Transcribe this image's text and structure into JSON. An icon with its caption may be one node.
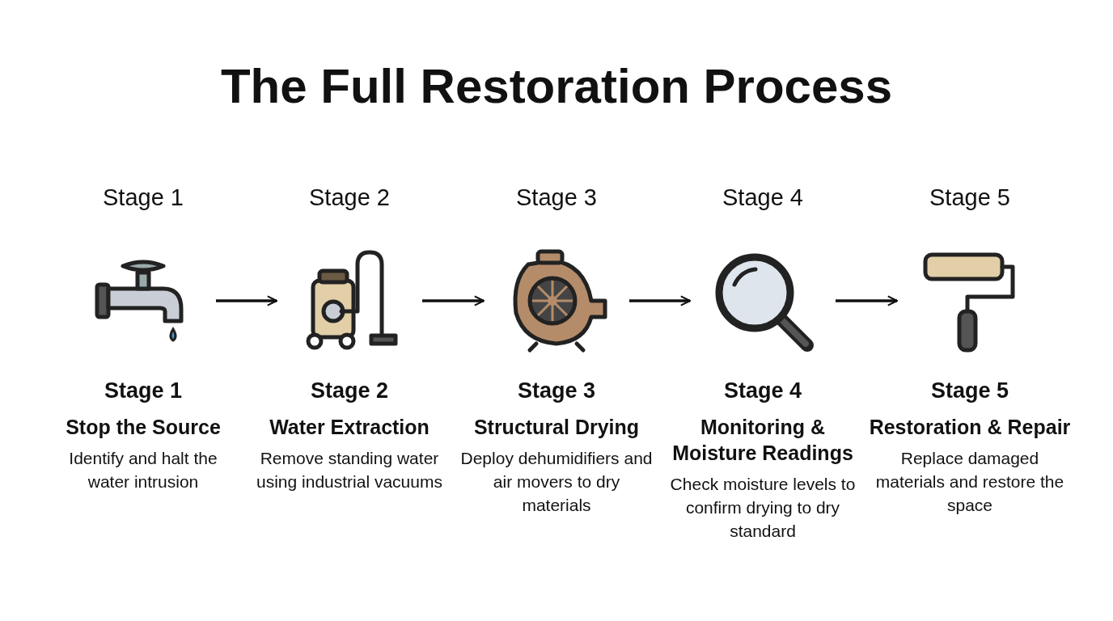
{
  "diagram": {
    "title": "The Full Restoration Process",
    "nodes": [
      {
        "text": [],
        "shape": "picture",
        "beside": [
          "Stage 1",
          "Stage 1",
          "Stop the Source",
          "Identify and halt the water intrusion"
        ]
      },
      {
        "text": [],
        "shape": "picture",
        "beside": [
          "Stage 2",
          "Stage 2",
          "Water Extraction",
          "Remove standing water using industrial vacuums"
        ]
      },
      {
        "text": [],
        "shape": "picture",
        "beside": [
          "Stage 3",
          "Stage 3",
          "Structural Drying",
          "Deploy dehumidifiers and air movers to dry materials"
        ]
      },
      {
        "text": [],
        "shape": "picture",
        "beside": [
          "Stage 4",
          "Stage 4",
          "Monitoring & Moisture Readings",
          "Check moisture levels to confirm drying to dry standard"
        ]
      },
      {
        "text": [],
        "shape": "picture",
        "beside": [
          "Stage 5",
          "Stage 5",
          "Restoration & Repair",
          "Replace damaged materials and restore the space"
        ]
      }
    ],
    "edges": [
      {
        "from": 0,
        "to": 1,
        "arrow": "to"
      },
      {
        "from": 1,
        "to": 2,
        "arrow": "to"
      },
      {
        "from": 2,
        "to": 3,
        "arrow": "to"
      },
      {
        "from": 3,
        "to": 4,
        "arrow": "to"
      }
    ]
  }
}
